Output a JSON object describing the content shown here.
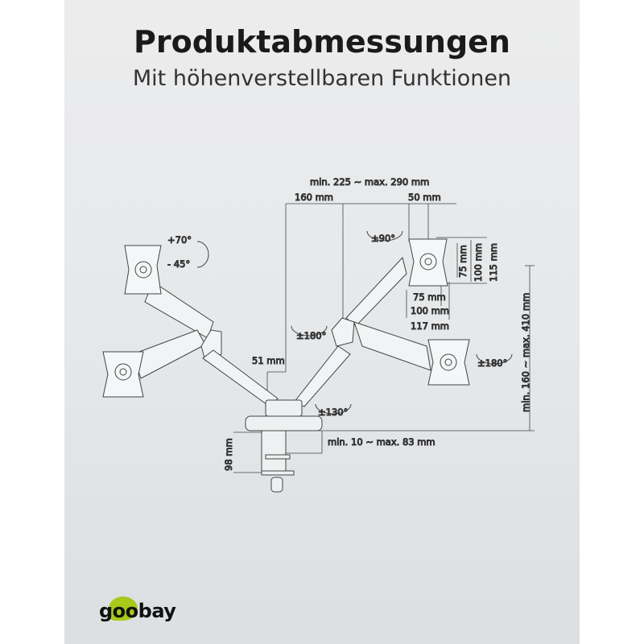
{
  "header": {
    "title": "Produktabmessungen",
    "subtitle": "Mit höhenverstellbaren Funktionen"
  },
  "dimensions": {
    "arm_reach": "min. 225 ~ max. 290 mm",
    "arm_offset": "160 mm",
    "plate_offset": "50 mm",
    "rot_plate": "±90°",
    "vesa_v75": "75 mm",
    "vesa_v100": "100 mm",
    "plate_h": "115 mm",
    "vesa_h75": "75 mm",
    "vesa_h100": "100 mm",
    "plate_w": "117 mm",
    "height_range": "min. 160 ~ max. 410 mm",
    "tilt_up": "+70°",
    "tilt_down": "- 45°",
    "rot_arm": "±180°",
    "rot_right": "±180°",
    "pole_w": "51 mm",
    "rot_base": "±130°",
    "desk_thickness": "min. 10 ~ max. 83 mm",
    "clamp_h": "98 mm"
  },
  "brand": {
    "logo": "goobay",
    "accent": "#a8c81a"
  }
}
